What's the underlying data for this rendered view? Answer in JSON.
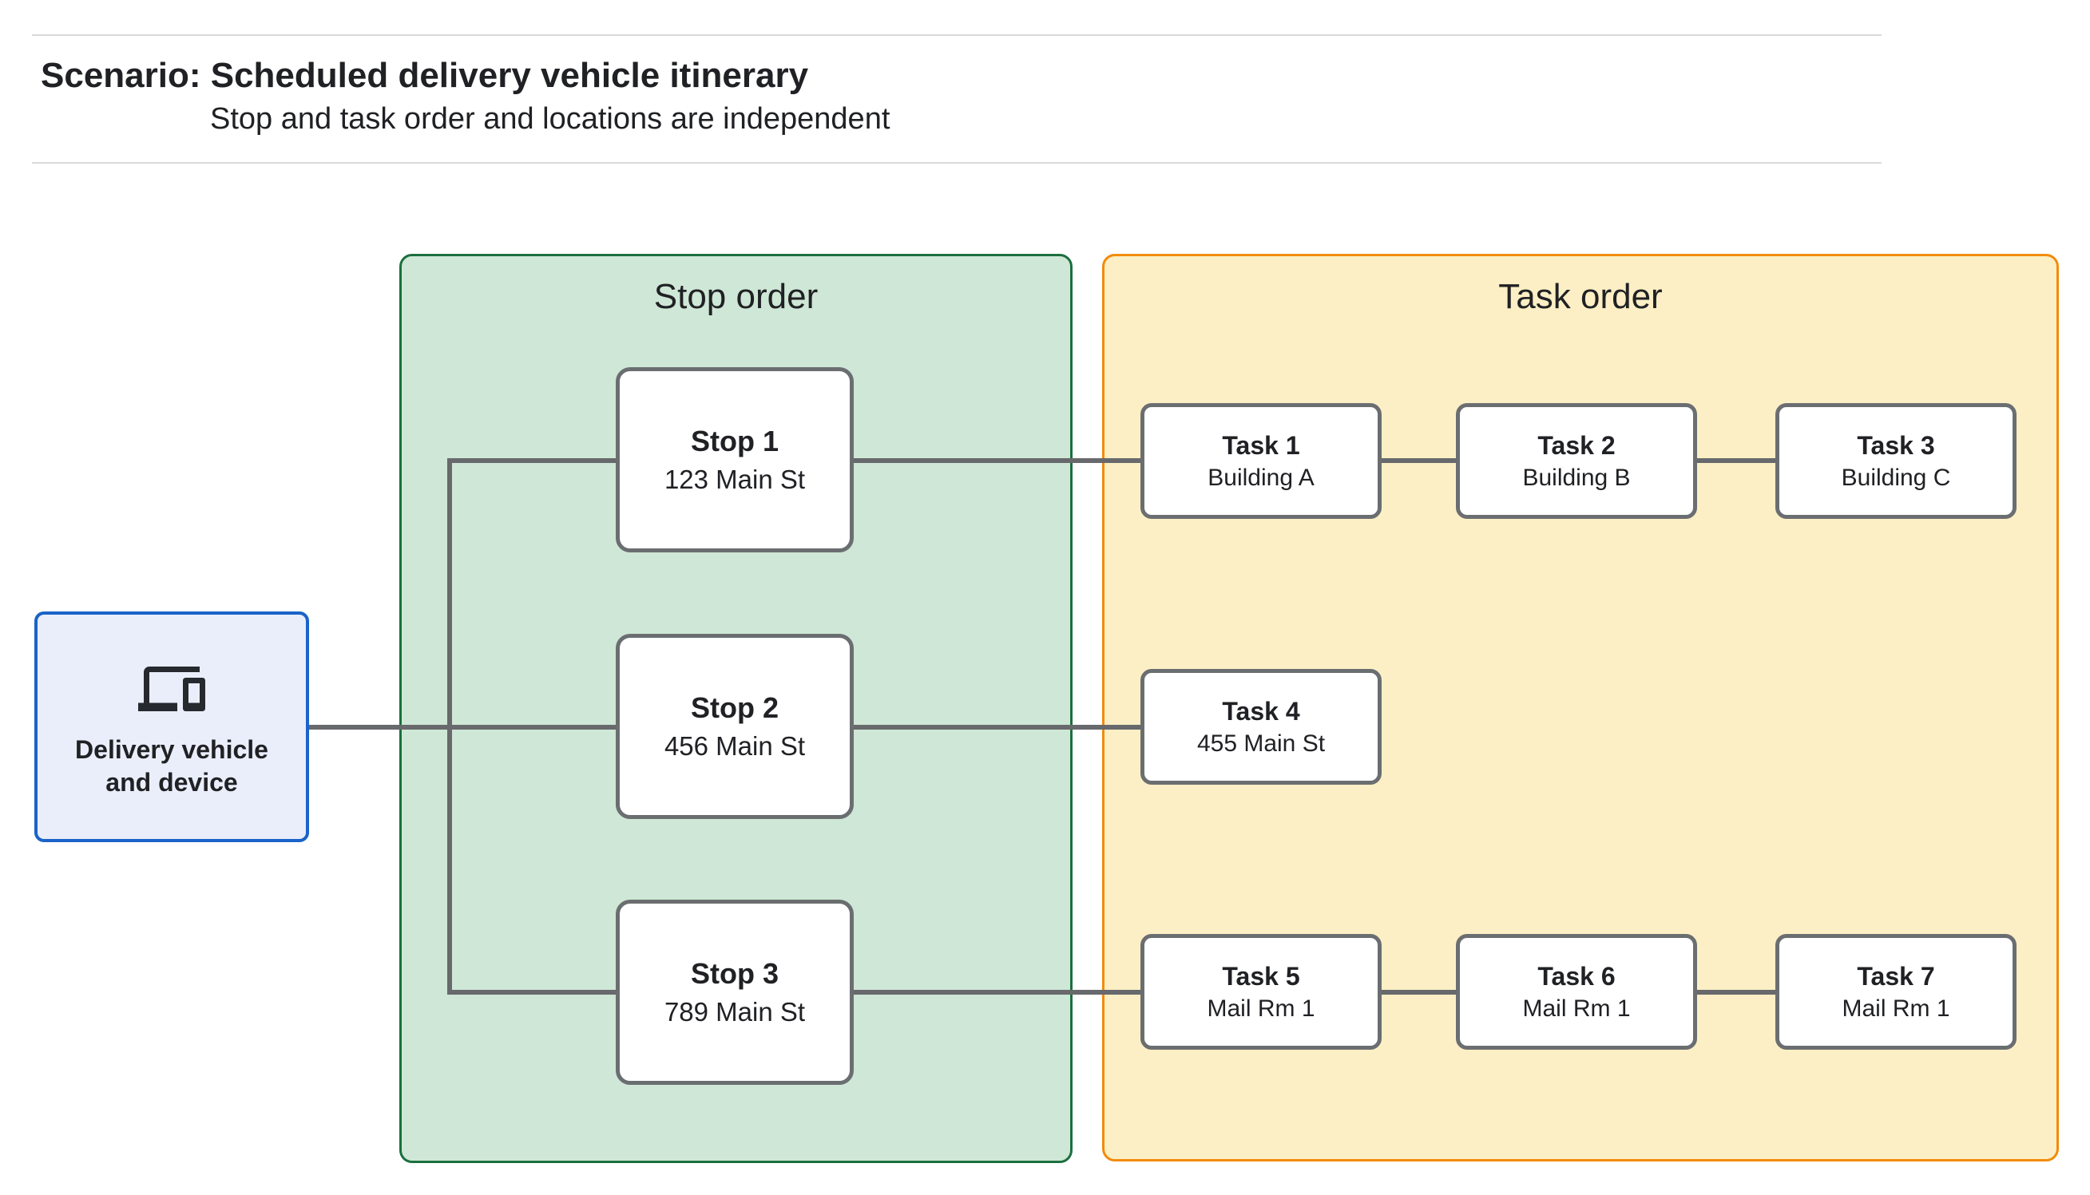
{
  "header": {
    "title": "Scenario: Scheduled delivery vehicle itinerary",
    "subtitle": "Stop and task order and locations are independent"
  },
  "source": {
    "icon": "devices-icon",
    "label": "Delivery vehicle and device"
  },
  "stop_panel": {
    "label": "Stop order",
    "stops": [
      {
        "title": "Stop 1",
        "subtitle": "123 Main St"
      },
      {
        "title": "Stop 2",
        "subtitle": "456 Main St"
      },
      {
        "title": "Stop 3",
        "subtitle": "789 Main St"
      }
    ]
  },
  "task_panel": {
    "label": "Task order",
    "tasks": [
      {
        "title": "Task 1",
        "subtitle": "Building A"
      },
      {
        "title": "Task 2",
        "subtitle": "Building B"
      },
      {
        "title": "Task 3",
        "subtitle": "Building C"
      },
      {
        "title": "Task 4",
        "subtitle": "455 Main St"
      },
      {
        "title": "Task 5",
        "subtitle": "Mail Rm 1"
      },
      {
        "title": "Task 6",
        "subtitle": "Mail Rm 1"
      },
      {
        "title": "Task 7",
        "subtitle": "Mail Rm 1"
      }
    ]
  },
  "colors": {
    "stop-panel-fill": "#CFE7D6",
    "stop-panel-border": "#1B6F3E",
    "task-panel-fill": "#FCEFC5",
    "task-panel-border": "#F28B0A",
    "source-fill": "#E9EEFA",
    "source-border": "#1A63C8",
    "connector": "#67696C",
    "node-border": "#6B6E71",
    "text": "#202124",
    "divider": "#D9D9D9"
  }
}
